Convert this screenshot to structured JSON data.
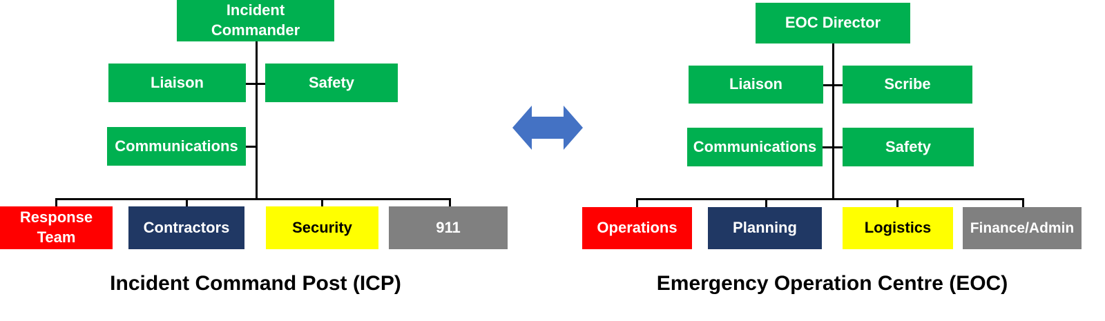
{
  "icp": {
    "commander": "Incident\nCommander",
    "liaison": "Liaison",
    "safety": "Safety",
    "communications": "Communications",
    "response_team": "Response\nTeam",
    "contractors": "Contractors",
    "security": "Security",
    "emergency_911": "911",
    "caption": "Incident Command Post (ICP)"
  },
  "eoc": {
    "director": "EOC Director",
    "liaison": "Liaison",
    "scribe": "Scribe",
    "communications": "Communications",
    "safety": "Safety",
    "operations": "Operations",
    "planning": "Planning",
    "logistics": "Logistics",
    "finance_admin": "Finance/Admin",
    "caption": "Emergency Operation Centre (EOC)"
  },
  "colors": {
    "staff": "#00b050",
    "operations": "#ff0000",
    "planning": "#203864",
    "logistics": "#ffff00",
    "finance": "#808080",
    "arrow": "#4472c4"
  }
}
